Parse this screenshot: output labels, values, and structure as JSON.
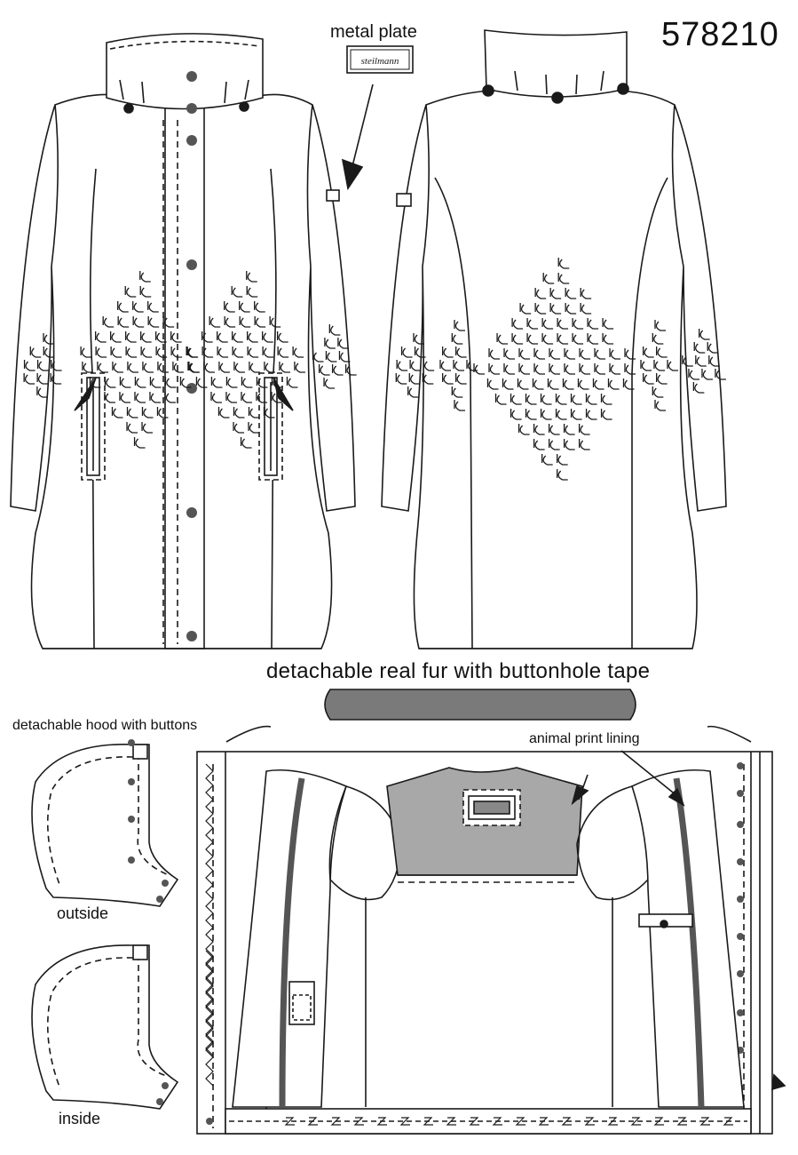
{
  "article_number": "578210",
  "labels": {
    "metal_plate": "metal plate",
    "detachable_fur": "detachable real fur with buttonhole tape",
    "detachable_hood": "detachable hood with buttons",
    "animal_print_lining": "animal print  lining",
    "outside": "outside",
    "inside": "inside"
  },
  "plate_text": "steilmann",
  "colors": {
    "line": "#1a1a1a",
    "fill_white": "#ffffff",
    "fur_gray": "#7a7a7a",
    "lining_gray": "#a8a8a8",
    "dot": "#555555"
  }
}
